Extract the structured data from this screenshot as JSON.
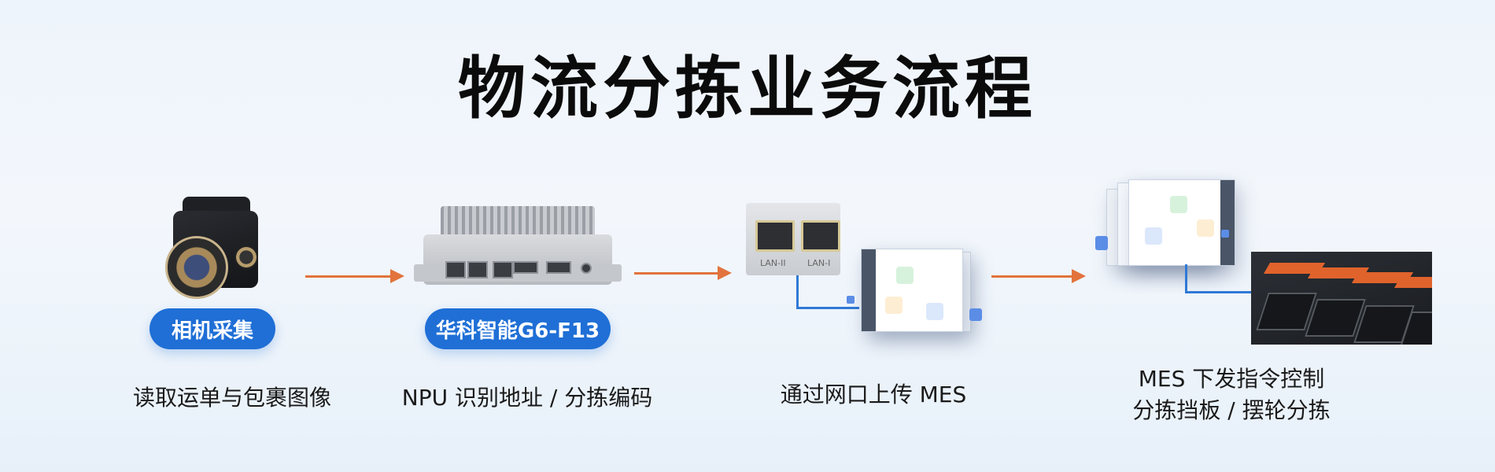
{
  "title": "物流分拣业务流程",
  "steps": [
    {
      "badge": "相机采集",
      "caption_lines": [
        "读取运单与包裹图像"
      ]
    },
    {
      "badge": "华科智能G6-F13",
      "caption_lines": [
        "NPU 识别地址 / 分拣编码"
      ]
    },
    {
      "caption_lines": [
        "通过网口上传 MES"
      ]
    },
    {
      "caption_lines": [
        "MES 下发指令控制",
        "分拣挡板 / 摆轮分拣"
      ]
    }
  ],
  "lan_labels": [
    "LAN-II",
    "LAN-I"
  ],
  "colors": {
    "accent": "#1f6fd6",
    "arrow": "#e2733d",
    "line": "#2f79d6"
  }
}
